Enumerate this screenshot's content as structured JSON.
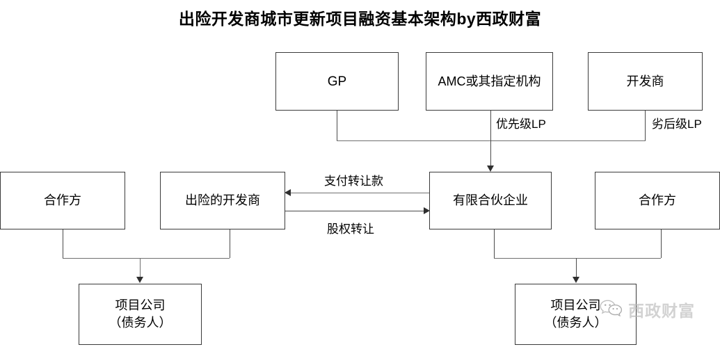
{
  "title": "出险开发商城市更新项目融资基本架构by西政财富",
  "nodes": {
    "gp": "GP",
    "amc": "AMC或其指定机构",
    "developer": "开发商",
    "partner_left": "合作方",
    "distressed_developer": "出险的开发商",
    "limited_partnership": "有限合伙企业",
    "partner_right": "合作方",
    "project_company_left": "项目公司\n（债务人）",
    "project_company_right": "项目公司\n（债务人）"
  },
  "edge_labels": {
    "senior_lp": "优先级LP",
    "junior_lp": "劣后级LP",
    "payment_transfer": "支付转让款",
    "equity_transfer": "股权转让"
  },
  "watermark": {
    "text": "西政财富",
    "icon": "wechat-icon"
  },
  "colors": {
    "box_border": "#3a3a3a",
    "line": "#6f6f6f",
    "arrow": "#2f2f2f",
    "text": "#000000",
    "watermark": "#b8b8b8",
    "background": "#ffffff"
  }
}
